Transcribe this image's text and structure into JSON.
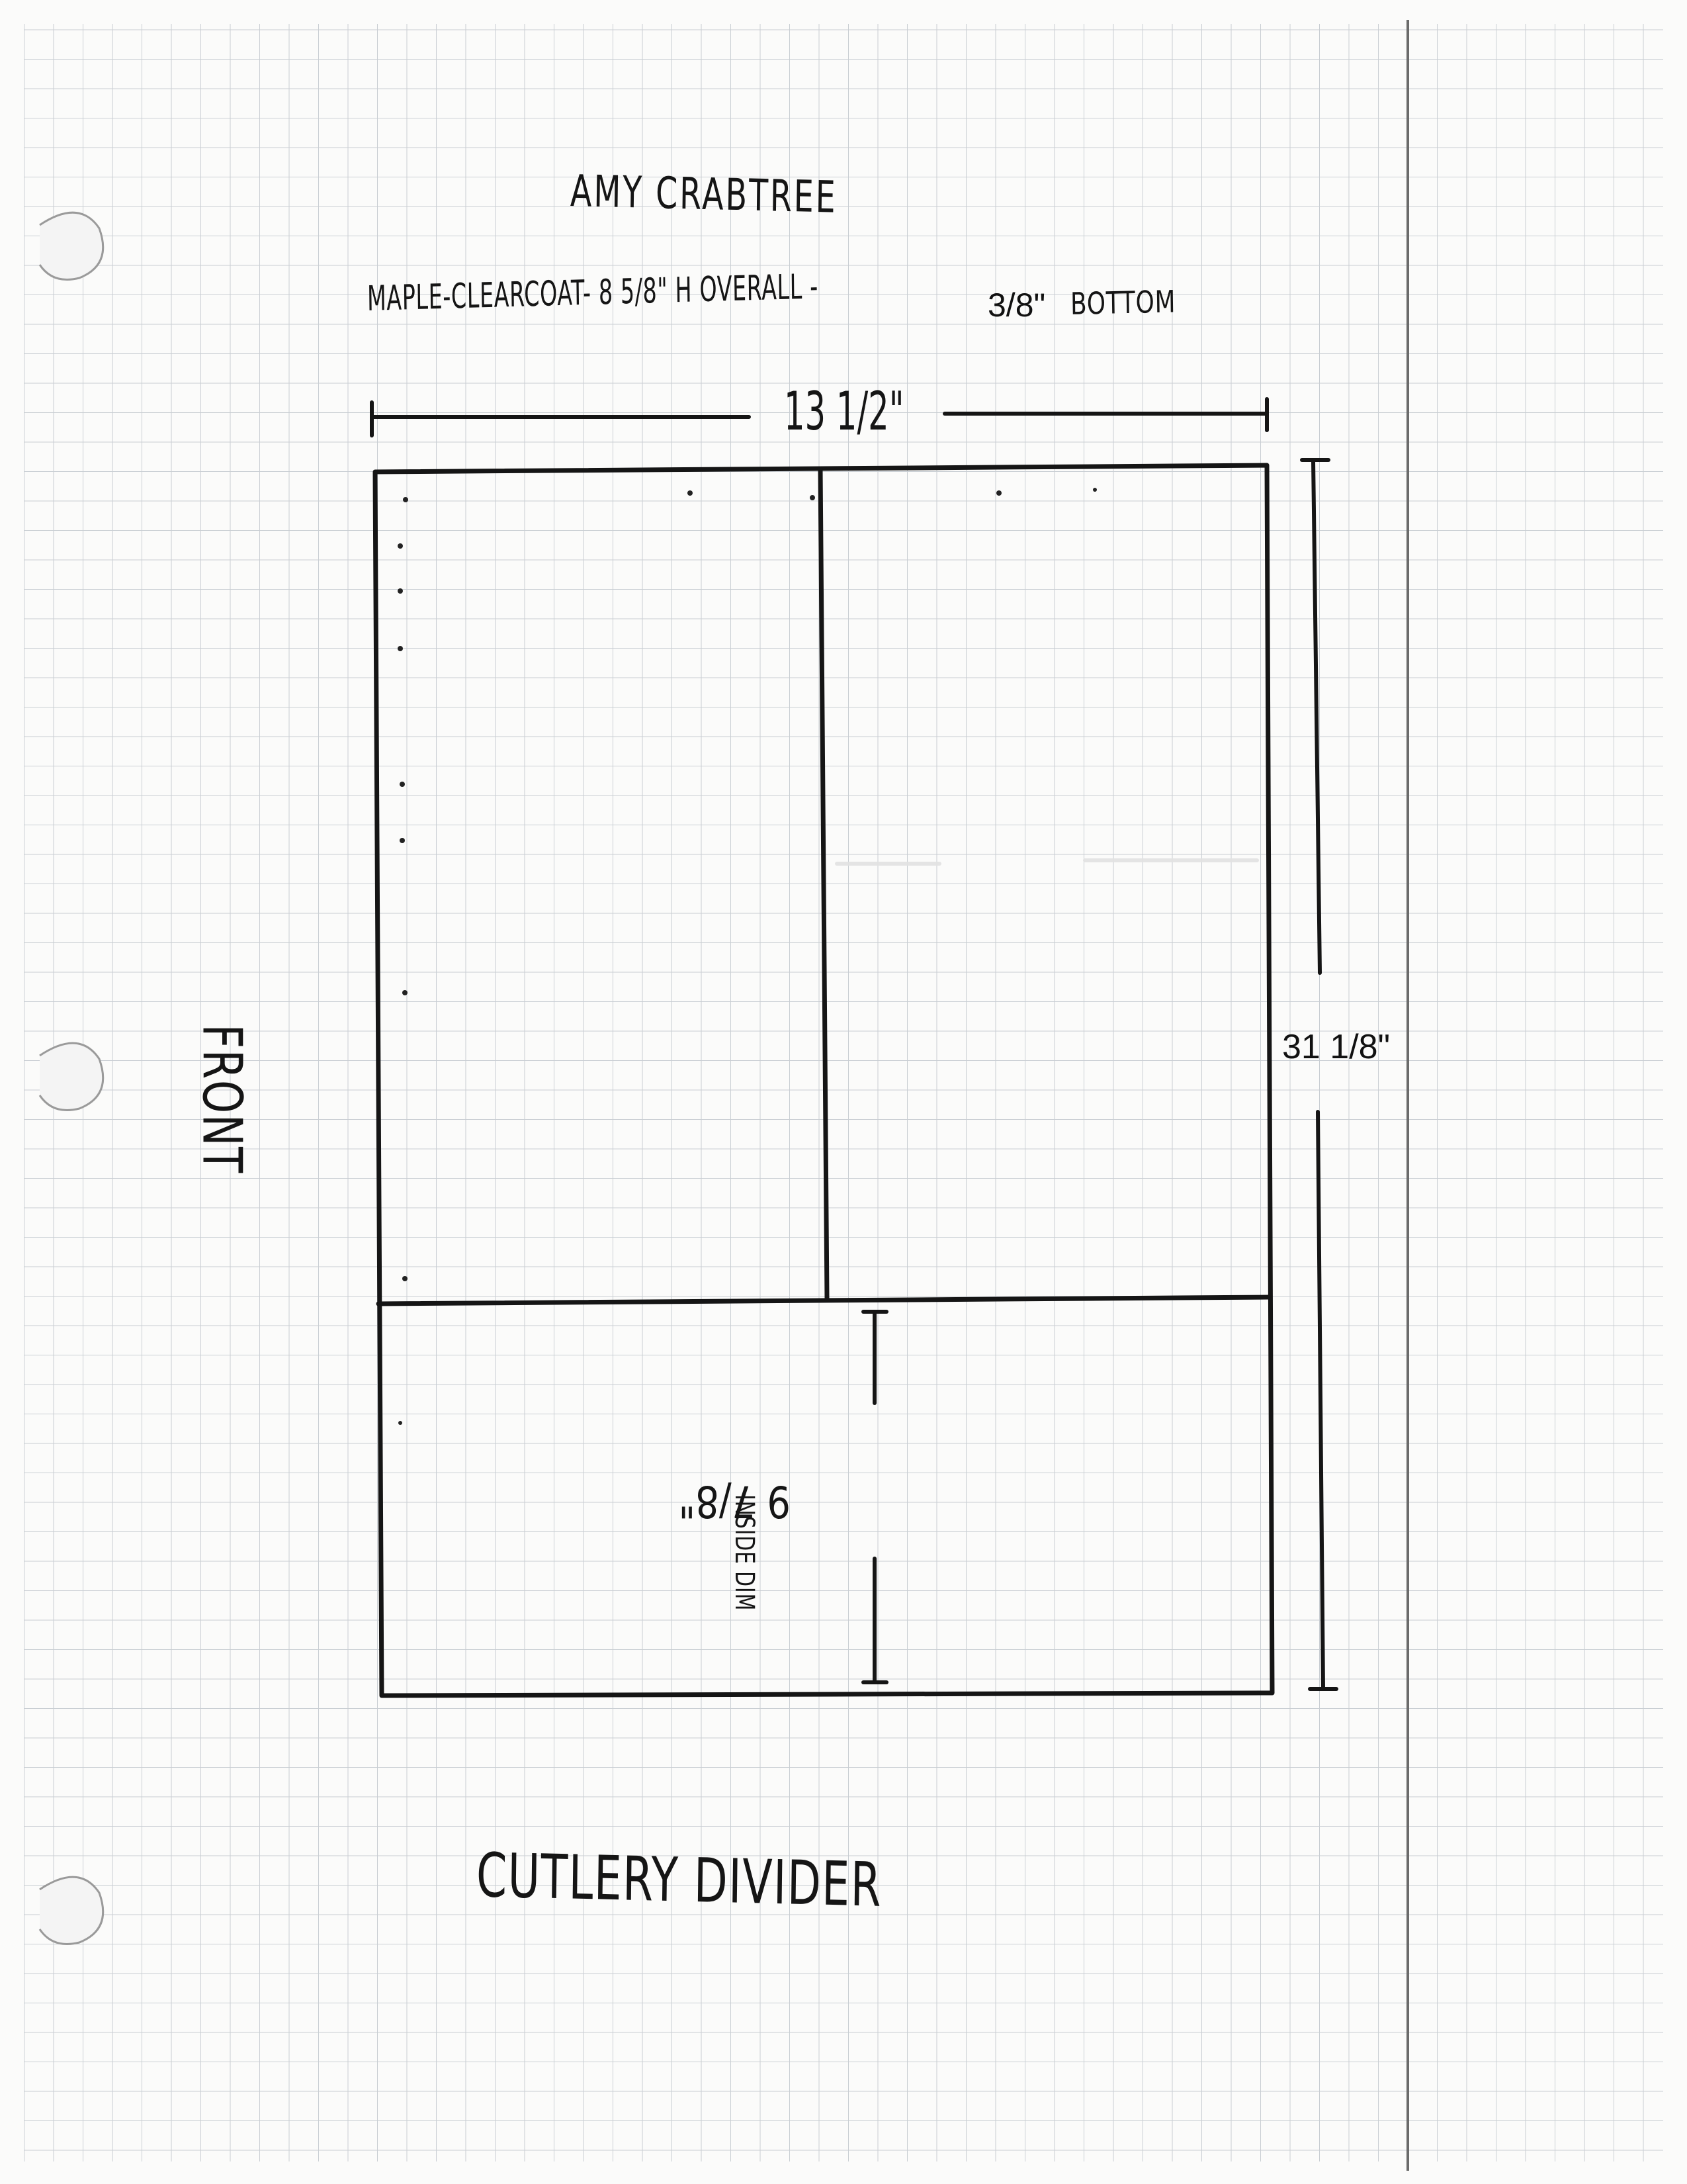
{
  "sheet": {
    "author": "AMY CRABTREE",
    "spec_handwritten": "MAPLE-CLEARCOAT- 8 5/8\" H OVERALL -",
    "spec_typed": "3/8\"",
    "spec_bottom": "BOTTOM",
    "title": "CUTLERY DIVIDER",
    "front_label": "FRONT"
  },
  "dimensions": {
    "width": "13 1/2\"",
    "length": "31 1/8\"",
    "inside_height": "9 7/8\"",
    "inside_label": "INSIDE DIM"
  },
  "colors": {
    "ink": "#151515",
    "grid": "#c9ced3",
    "paper": "#fbfbfa"
  }
}
